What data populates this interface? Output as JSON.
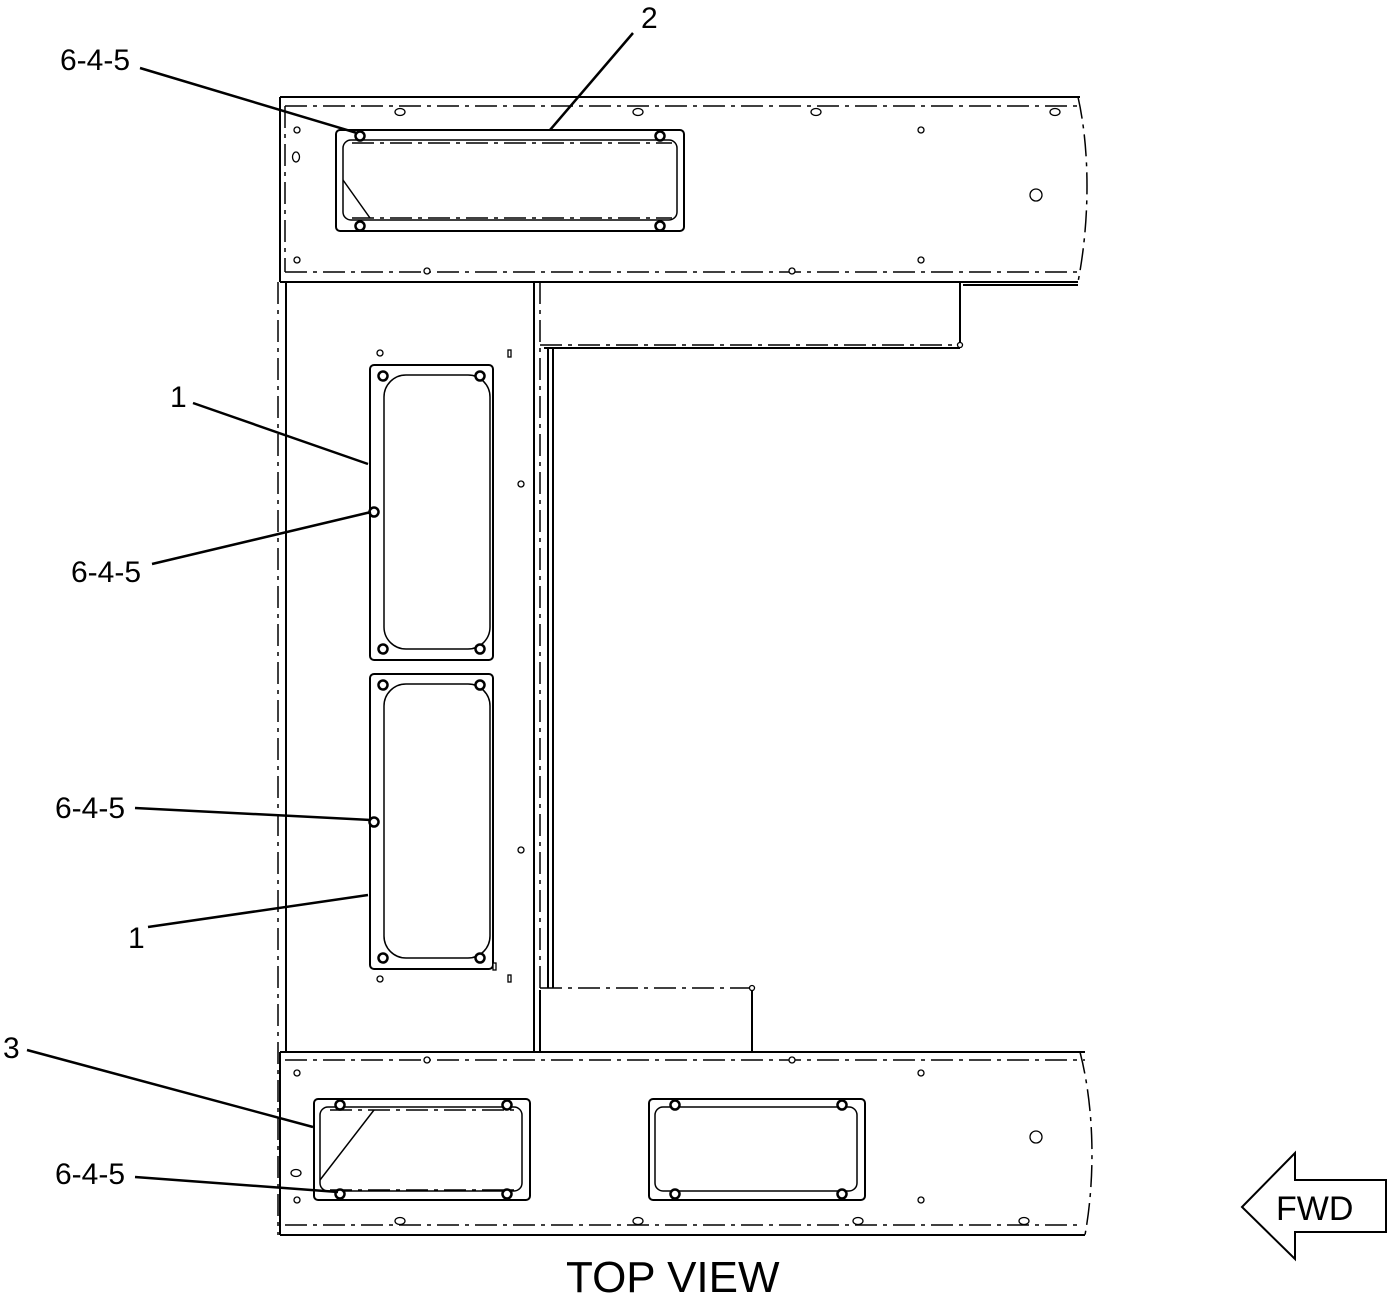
{
  "diagram": {
    "view_title": "TOP VIEW",
    "direction_label": "FWD",
    "callouts": [
      {
        "id": "c1",
        "text": "6-4-5"
      },
      {
        "id": "c2",
        "text": "2"
      },
      {
        "id": "c3",
        "text": "1"
      },
      {
        "id": "c4",
        "text": "6-4-5"
      },
      {
        "id": "c5",
        "text": "6-4-5"
      },
      {
        "id": "c6",
        "text": "1"
      },
      {
        "id": "c7",
        "text": "3"
      },
      {
        "id": "c8",
        "text": "6-4-5"
      }
    ]
  }
}
